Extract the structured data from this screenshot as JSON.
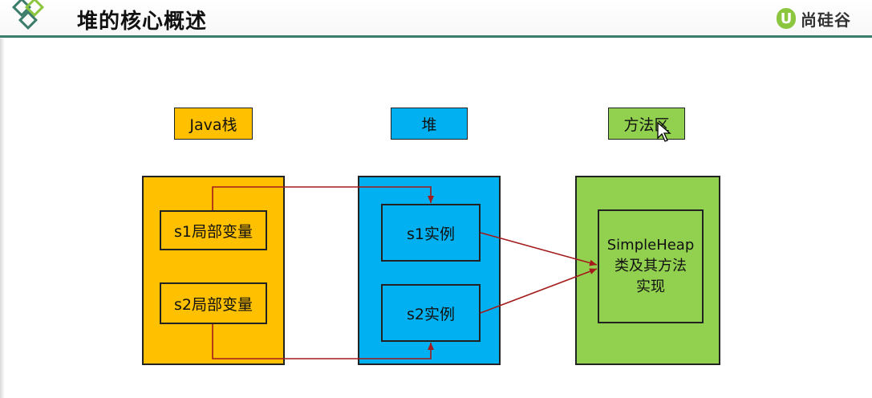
{
  "header": {
    "title": "堆的核心概述",
    "brand_mark": "U",
    "brand_name": "尚硅谷"
  },
  "colors": {
    "stack": "#ffc000",
    "heap": "#00b0f0",
    "method_area": "#92d050",
    "arrow": "#a31b1b",
    "header_line": "#3b7d6a"
  },
  "labels": {
    "stack": "Java栈",
    "heap": "堆",
    "method_area": "方法区"
  },
  "stack": {
    "var1": "s1局部变量",
    "var2": "s2局部变量"
  },
  "heap": {
    "inst1": "s1实例",
    "inst2": "s2实例"
  },
  "method_area": {
    "line1": "SimpleHeap",
    "line2": "类及其方法",
    "line3": "实现"
  }
}
